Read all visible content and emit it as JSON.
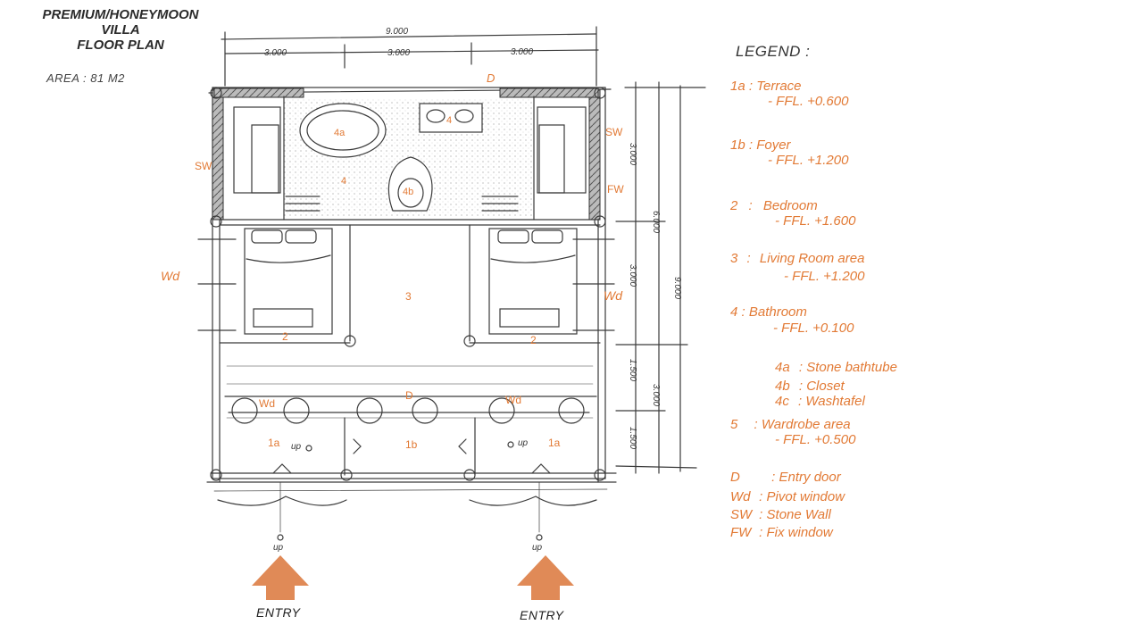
{
  "title": {
    "line1": "PREMIUM/HONEYMOON",
    "line2": "VILLA",
    "line3": "FLOOR PLAN",
    "area": "AREA : 81 M2"
  },
  "dimensions": {
    "overall_width": "9.000",
    "module_1": "3.000",
    "module_2": "3.000",
    "module_3": "3.000",
    "side_a": "3.000",
    "side_b": "3.000",
    "side_c": "1.500",
    "side_d": "1.500",
    "side_e": "6.000",
    "side_f": "3.000",
    "overall_depth": "9.000"
  },
  "plan_labels": {
    "d_top": "D",
    "room_4a": "4a",
    "room_4": "4",
    "room_4b": "4b",
    "room_4c": "4",
    "sw_left": "SW",
    "sw_right": "SW",
    "fw_right": "FW",
    "wd_left": "Wd",
    "wd_right": "Wd",
    "room_3": "3",
    "room_2_left": "2",
    "room_2_right": "2",
    "wd_front_left": "Wd",
    "d_front": "D",
    "wd_front_right": "Wd",
    "room_1a_left": "1a",
    "room_1b": "1b",
    "room_1a_right": "1a",
    "up_1": "up",
    "up_2": "up",
    "up_3": "up",
    "up_4": "up"
  },
  "entries": [
    {
      "label": "ENTRY"
    },
    {
      "label": "ENTRY"
    }
  ],
  "legend": {
    "title": "LEGEND :",
    "items": [
      {
        "code": "1a",
        "sep": ":",
        "name": "Terrace",
        "ffl": "- FFL. +0.600"
      },
      {
        "code": "1b",
        "sep": ":",
        "name": "Foyer",
        "ffl": "- FFL. +1.200"
      },
      {
        "code": "2",
        "sep": ":",
        "name": "Bedroom",
        "ffl": "- FFL. +1.600"
      },
      {
        "code": "3",
        "sep": ":",
        "name": "Living Room area",
        "ffl": "- FFL. +1.200"
      },
      {
        "code": "4",
        "sep": ":",
        "name": "Bathroom",
        "ffl": "- FFL. +0.100"
      }
    ],
    "sub_items": [
      {
        "code": "4a",
        "sep": ":",
        "name": "Stone bathtube"
      },
      {
        "code": "4b",
        "sep": ":",
        "name": "Closet"
      },
      {
        "code": "4c",
        "sep": ":",
        "name": "Washtafel"
      }
    ],
    "item5": {
      "code": "5",
      "sep": ":",
      "name": "Wardrobe area",
      "ffl": "- FFL. +0.500"
    },
    "abbreviations": [
      {
        "code": "D",
        "sep": ":",
        "name": "Entry door"
      },
      {
        "code": "Wd",
        "sep": ":",
        "name": "Pivot window"
      },
      {
        "code": "SW",
        "sep": ":",
        "name": "Stone Wall"
      },
      {
        "code": "FW",
        "sep": ":",
        "name": "Fix window"
      }
    ]
  },
  "colors": {
    "accent": "#e27a35",
    "arrow": "#e08a57",
    "ink": "#333333"
  }
}
